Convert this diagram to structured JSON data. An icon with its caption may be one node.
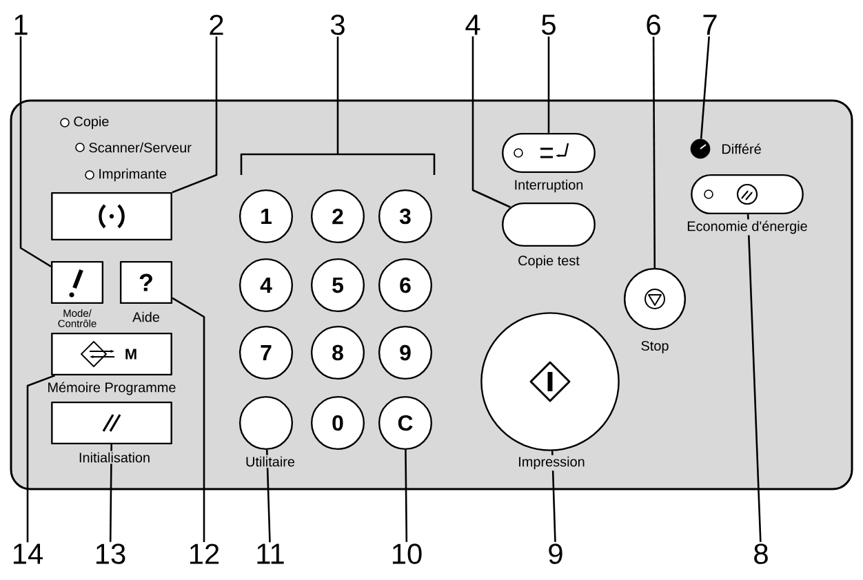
{
  "diagram": {
    "nodes": [
      {
        "text": [
          "1"
        ]
      },
      {
        "text": [
          "2"
        ]
      },
      {
        "text": [
          "3"
        ]
      },
      {
        "text": [
          "4"
        ]
      },
      {
        "text": [
          "5"
        ]
      },
      {
        "text": [
          "6"
        ]
      },
      {
        "text": [
          "7"
        ]
      },
      {
        "text": [
          "14"
        ]
      },
      {
        "text": [
          "13"
        ]
      },
      {
        "text": [
          "12"
        ]
      },
      {
        "text": [
          "11"
        ]
      },
      {
        "text": [
          "10"
        ]
      },
      {
        "text": [
          "9"
        ]
      },
      {
        "text": [
          "8"
        ]
      },
      {
        "text": [],
        "shape": "box"
      },
      {
        "text": [],
        "shape": "box",
        "beside": [
          "Mode/ Contrôle"
        ]
      },
      {
        "text": [
          "?"
        ],
        "beside": [
          "Aide"
        ]
      },
      {
        "text": [
          "M"
        ],
        "beside": [
          "Mémoire Programme"
        ]
      },
      {
        "text": [],
        "shape": "box",
        "beside": [
          "Initialisation"
        ]
      },
      {
        "text": [
          "1"
        ]
      },
      {
        "text": [
          "2"
        ]
      },
      {
        "text": [
          "3"
        ]
      },
      {
        "text": [
          "4"
        ]
      },
      {
        "text": [
          "5"
        ]
      },
      {
        "text": [
          "6"
        ]
      },
      {
        "text": [
          "7"
        ]
      },
      {
        "text": [
          "8"
        ]
      },
      {
        "text": [
          "9"
        ]
      },
      {
        "text": [],
        "shape": "circle",
        "beside": [
          "Utilitaire"
        ]
      },
      {
        "text": [
          "0"
        ]
      },
      {
        "text": [
          "C"
        ]
      },
      {
        "text": [],
        "shape": "box",
        "beside": [
          "Interruption"
        ]
      },
      {
        "text": [],
        "shape": "box",
        "beside": [
          "Copie test"
        ]
      },
      {
        "text": [],
        "shape": "circle",
        "beside": [
          "Impression"
        ]
      },
      {
        "text": [],
        "shape": "circle",
        "beside": [
          "Stop"
        ]
      },
      {
        "text": [],
        "shape": "circle",
        "beside": [
          "Différé"
        ]
      },
      {
        "text": [],
        "shape": "box",
        "beside": [
          "Economie d'énergie"
        ]
      },
      {
        "text": [],
        "shape": "bracket"
      }
    ],
    "edges": [
      {
        "from": 0,
        "to": 15,
        "arrow": "none"
      },
      {
        "from": 1,
        "to": 14,
        "arrow": "none"
      },
      {
        "from": 2,
        "to": 37,
        "arrow": "none"
      },
      {
        "from": 3,
        "to": 32,
        "arrow": "none"
      },
      {
        "from": 4,
        "to": 31,
        "arrow": "none"
      },
      {
        "from": 5,
        "to": 34,
        "arrow": "none"
      },
      {
        "from": 6,
        "to": 35,
        "arrow": "none"
      },
      {
        "from": 7,
        "to": 17,
        "arrow": "none"
      },
      {
        "from": 8,
        "to": 18,
        "arrow": "none"
      },
      {
        "from": 9,
        "to": 16,
        "arrow": "none"
      },
      {
        "from": 10,
        "to": 28,
        "arrow": "none"
      },
      {
        "from": 11,
        "to": 30,
        "arrow": "none"
      },
      {
        "from": 12,
        "to": 33,
        "arrow": "none"
      },
      {
        "from": 13,
        "to": 36,
        "arrow": "none"
      }
    ],
    "labels": [
      "Copie",
      "Scanner/Serveur",
      "Imprimante"
    ]
  }
}
